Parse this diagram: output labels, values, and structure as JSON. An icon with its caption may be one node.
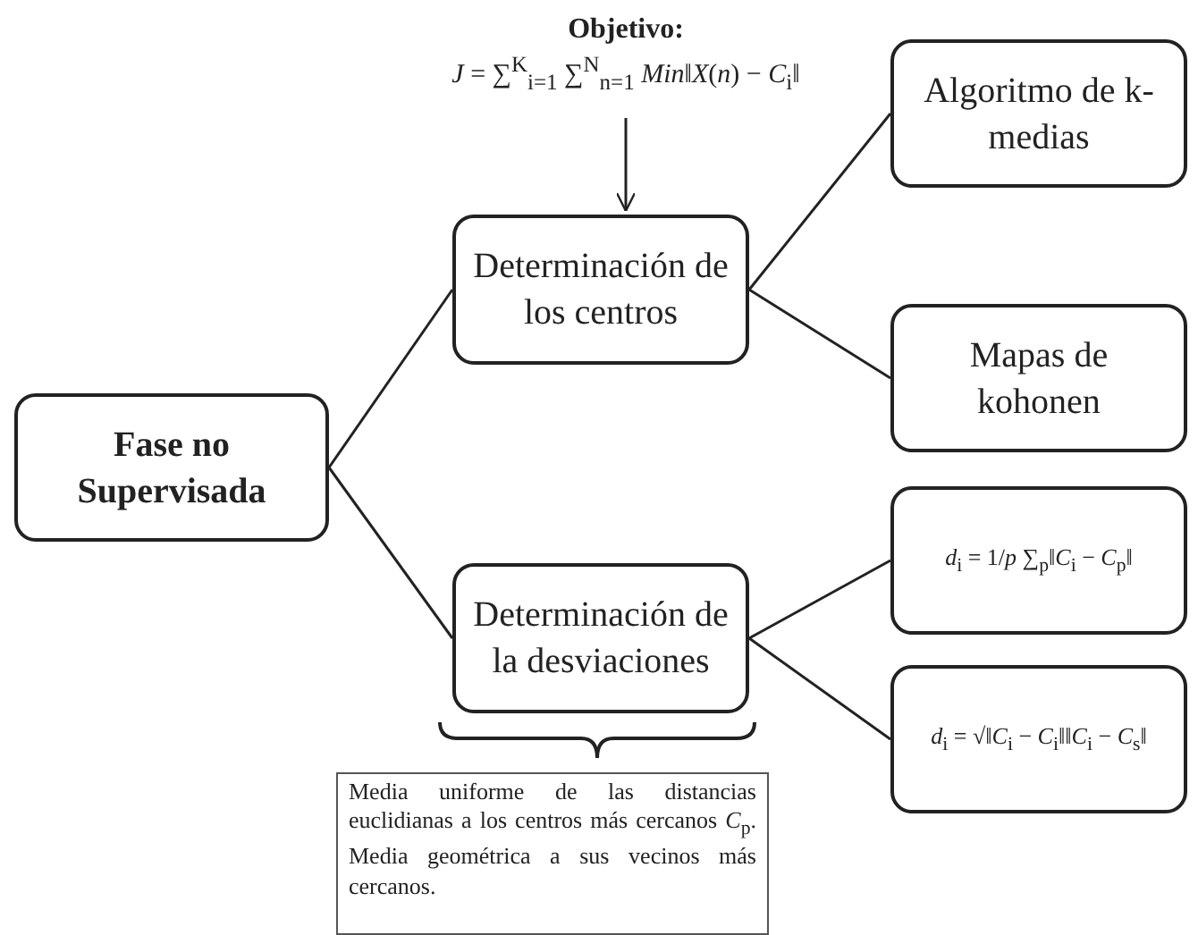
{
  "diagram": {
    "nodes": [
      {
        "text": [
          "Objetivo:",
          "*J* = ∑$^{K}$$_{i=1}$ ∑$^{N}$$_{n=1}$ *Min*‖*X*(*n*) − *C*$_{i}$‖"
        ]
      },
      {
        "text": [
          "Fase no Supervisada"
        ]
      },
      {
        "text": [
          "Determinación de los centros"
        ]
      },
      {
        "text": [
          "Algoritmo de k-medias"
        ]
      },
      {
        "text": [
          "Mapas de kohonen"
        ]
      },
      {
        "text": [
          "Determinación de la desviaciones"
        ]
      },
      {
        "text": [
          "*d*$_{i}$ = 1/*p* ∑$_{p}$‖*C*$_{i}$ − *C*$_{p}$‖"
        ]
      },
      {
        "text": [
          "*d*$_{i}$ = √‖*C*$_{i}$ − *C*$_{i}$‖‖*C*$_{i}$ − *C*$_{s}$‖"
        ]
      },
      {
        "text": [
          "Media uniforme de las distancias euclidianas a los centros más cercanos *C*$_{p}$. Media geométrica a sus vecinos más cercanos."
        ]
      }
    ],
    "edges": [
      {
        "from": 0,
        "to": 2,
        "arrow": "to"
      },
      {
        "from": 1,
        "to": 2,
        "arrow": "none"
      },
      {
        "from": 1,
        "to": 5,
        "arrow": "none"
      },
      {
        "from": 2,
        "to": 3,
        "arrow": "none"
      },
      {
        "from": 2,
        "to": 4,
        "arrow": "none"
      },
      {
        "from": 5,
        "to": 6,
        "arrow": "none"
      },
      {
        "from": 5,
        "to": 7,
        "arrow": "none"
      }
    ]
  }
}
